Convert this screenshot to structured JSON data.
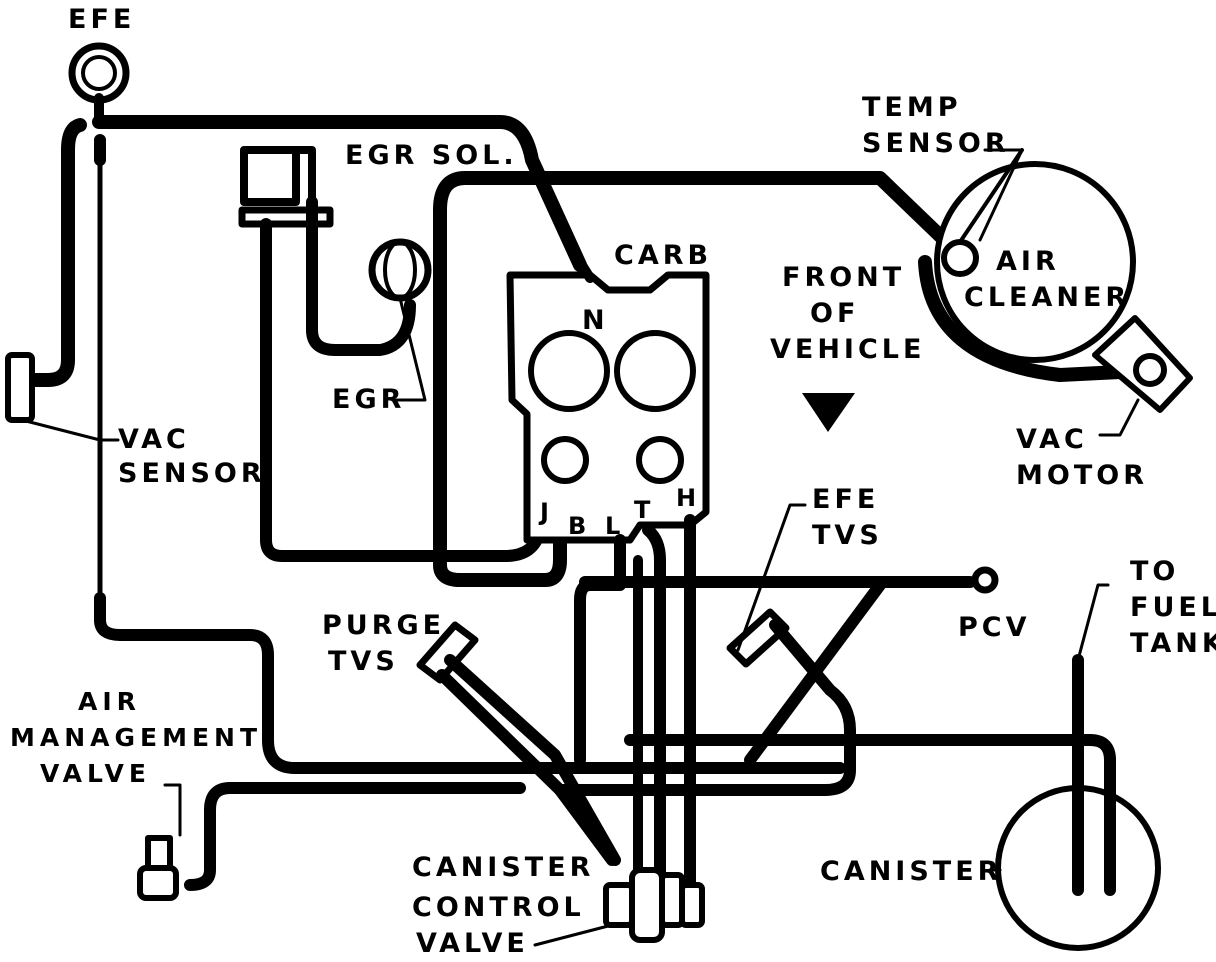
{
  "colors": {
    "ink": "#000000",
    "paper": "#ffffff"
  },
  "labels": {
    "efe_top": "EFE",
    "egr_sol": "EGR SOL.",
    "temp_sensor": [
      "TEMP",
      "SENSOR"
    ],
    "carb": "CARB",
    "carb_port_n": "N",
    "carb_ports_bottom": [
      "J",
      "B",
      "L",
      "T",
      "H"
    ],
    "front_of_vehicle": [
      "FRONT",
      "OF",
      "VEHICLE"
    ],
    "air_cleaner": [
      "AIR",
      "CLEANER"
    ],
    "egr": "EGR",
    "vac_sensor": [
      "VAC",
      "SENSOR"
    ],
    "vac_motor": [
      "VAC",
      "MOTOR"
    ],
    "efe_tvs": [
      "EFE",
      "TVS"
    ],
    "pcv": "PCV",
    "purge_tvs": [
      "PURGE",
      "TVS"
    ],
    "to_fuel_tank": [
      "TO",
      "FUEL",
      "TANK"
    ],
    "air_management_valve": [
      "AIR",
      "MANAGEMENT",
      "VALVE"
    ],
    "canister_control_valve": [
      "CANISTER",
      "CONTROL",
      "VALVE"
    ],
    "canister": "CANISTER"
  }
}
